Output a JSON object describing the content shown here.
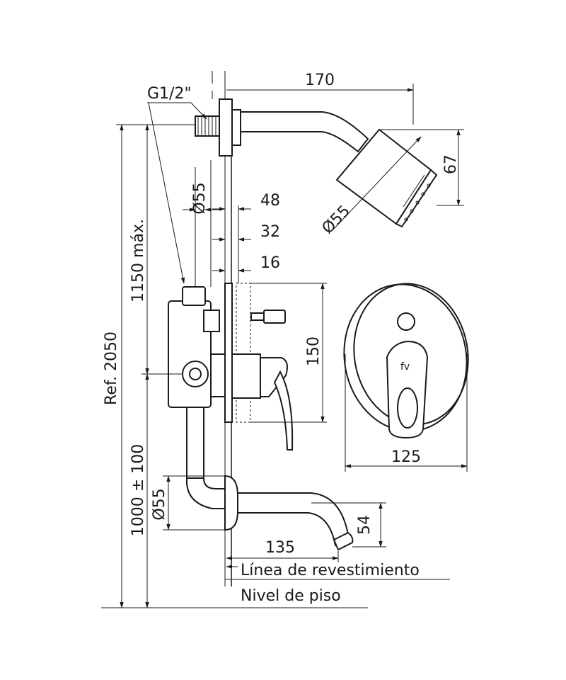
{
  "labels": {
    "thread": "G1/2\"",
    "wall_line": "Línea de revestimiento",
    "floor_level": "Nivel de piso"
  },
  "dimensions": {
    "arm_length": "170",
    "head_height": "67",
    "head_diameter": "Ø55",
    "pipe_diameter": "Ø55",
    "depth_48": "48",
    "depth_32": "32",
    "depth_16": "16",
    "plate_height": "150",
    "plate_width": "125",
    "spout_length": "135",
    "spout_height": "54",
    "spout_pipe_diameter": "Ø55",
    "max_height": "1150 máx.",
    "ref_height": "Ref. 2050",
    "spout_install_height": "1000 ± 100"
  }
}
